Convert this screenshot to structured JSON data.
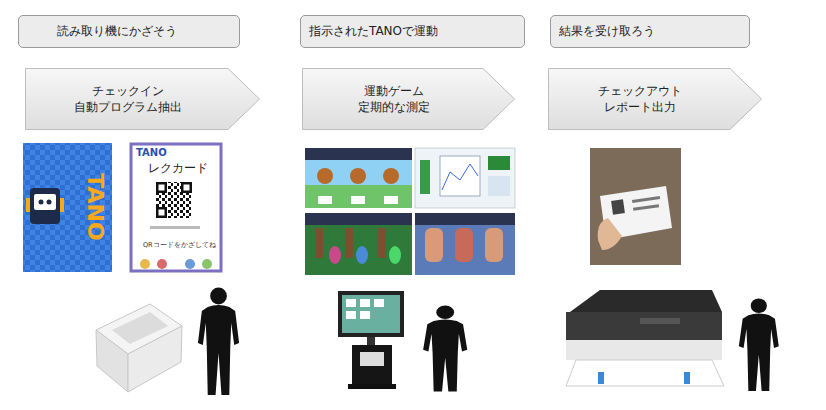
{
  "diagram": {
    "nodes": [
      {
        "text": [
          "読み取り機にかざそう"
        ]
      },
      {
        "text": [
          "指示されたTANOで運動"
        ]
      },
      {
        "text": [
          "結果を受け取ろう"
        ]
      },
      {
        "text": [
          "チェックイン 自動プログラム抽出"
        ]
      },
      {
        "text": [
          "運動ゲーム 定期的な測定"
        ]
      },
      {
        "text": [
          "チェックアウト レポート出力"
        ]
      }
    ],
    "labels": [
      "TANO",
      "TANO",
      "レクカード",
      "QRコードをかざしてね"
    ]
  }
}
